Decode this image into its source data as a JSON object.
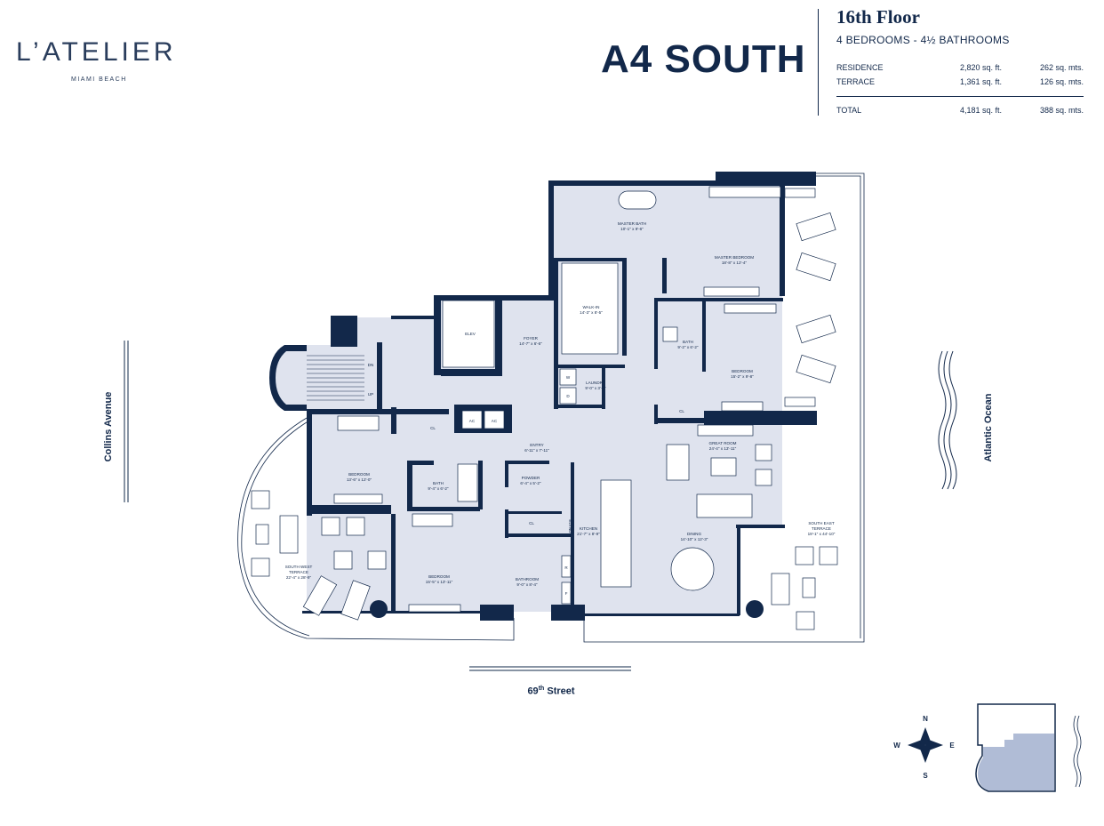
{
  "brand": {
    "name": "L’ATELIER",
    "location": "MIAMI BEACH"
  },
  "unit": {
    "title": "A4 SOUTH",
    "floor": "16th Floor",
    "beds_baths": "4 BEDROOMS  -  4½ BATHROOMS"
  },
  "areas": [
    {
      "label": "RESIDENCE",
      "sqft": "2,820 sq. ft.",
      "sqm": "262 sq. mts."
    },
    {
      "label": "TERRACE",
      "sqft": "1,361 sq. ft.",
      "sqm": "126 sq. mts."
    }
  ],
  "total": {
    "label": "TOTAL",
    "sqft": "4,181 sq. ft.",
    "sqm": "388 sq. mts."
  },
  "streets": {
    "west": "Collins Avenue",
    "east": "Atlantic Ocean",
    "south_base": "69",
    "south_sup": "th",
    "south_rest": " Street"
  },
  "rooms": {
    "master_bath": {
      "name": "MASTER BATH",
      "dims": "10'-1\" x 9'-6\""
    },
    "master_bedroom": {
      "name": "MASTER BEDROOM",
      "dims": "18'-8\" x 12'-4\""
    },
    "walk_in": {
      "name": "WALK-IN",
      "dims": "14'-3\" x 8'-5\""
    },
    "elev": {
      "name": "ELEV",
      "dims": ""
    },
    "foyer": {
      "name": "FOYER",
      "dims": "14'-7\" x 6'-6\""
    },
    "laundry": {
      "name": "LAUNDRY",
      "dims": "9'-0\" x 3'-6\""
    },
    "bath_ne": {
      "name": "BATH",
      "dims": "9'-2\" x 6'-2\""
    },
    "bedroom_ne": {
      "name": "BEDROOM",
      "dims": "15'-2\" x 9'-8\""
    },
    "entry": {
      "name": "ENTRY",
      "dims": "6'-11\" x 7'-11\""
    },
    "great_room": {
      "name": "GREAT ROOM",
      "dims": "24'-4\" x 13'-11\""
    },
    "bedroom_w": {
      "name": "BEDROOM",
      "dims": "13'-6\" x 12'-0\""
    },
    "bath_w": {
      "name": "BATH",
      "dims": "9'-4\" x 6'-2\""
    },
    "powder": {
      "name": "POWDER",
      "dims": "6'-4\" x 5'-2\""
    },
    "kitchen": {
      "name": "KITCHEN",
      "dims": "21'-7\" x 8'-9\""
    },
    "dining": {
      "name": "DINING",
      "dims": "14'-10\" x 12'-3\""
    },
    "bedroom_s": {
      "name": "BEDROOM",
      "dims": "15'-5\" x 13'-11\""
    },
    "bathroom_s": {
      "name": "BATHROOM",
      "dims": "9'-0\" x 8'-4\""
    },
    "sw_terrace": {
      "name1": "SOUTH WEST",
      "name2": "TERRACE",
      "dims": "22'-4\" x 28'-9\""
    },
    "se_terrace": {
      "name1": "SOUTH EAST",
      "name2": "TERRACE",
      "dims": "19'-1\" x 44'-10\""
    }
  },
  "fixtures": {
    "dn": "DN",
    "up": "UP",
    "ac": "AC",
    "cl": "CL",
    "w": "W",
    "d": "D",
    "r": "R",
    "f": "F",
    "elvng": "ELVNG"
  },
  "compass": {
    "n": "N",
    "s": "S",
    "e": "E",
    "w": "W"
  },
  "colors": {
    "navy": "#12284a",
    "floor_fill": "#dfe3ee",
    "highlight": "#b0bcd6"
  }
}
